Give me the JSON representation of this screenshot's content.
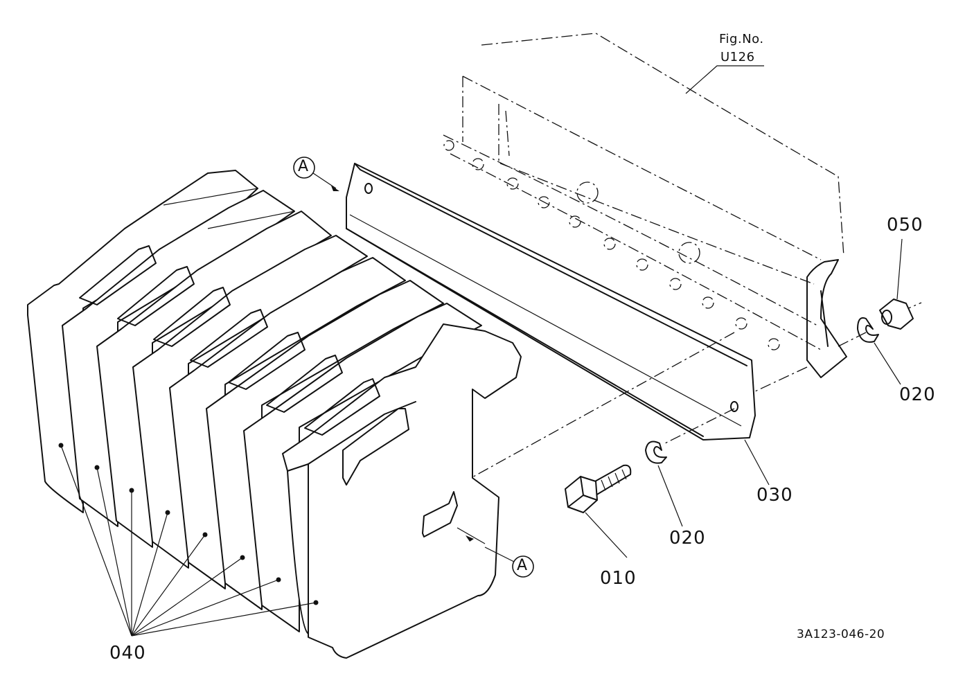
{
  "figure_ref": {
    "line1": "Fig.No.",
    "line2": "U126"
  },
  "callouts": {
    "bolt": "010",
    "washer_lower": "020",
    "washer_upper": "020",
    "bracket": "030",
    "weights": "040",
    "nut": "050"
  },
  "section_marks": {
    "top": "A",
    "bottom": "A"
  },
  "drawing_code": "3A123-046-20"
}
